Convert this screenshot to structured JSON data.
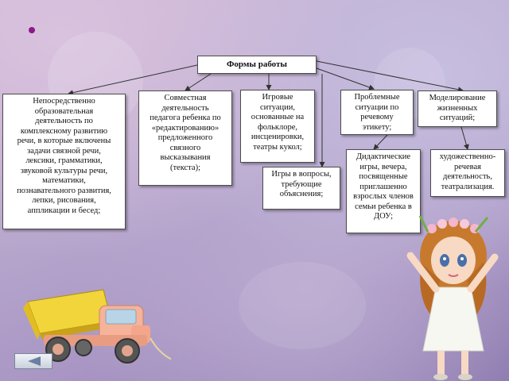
{
  "diagram": {
    "root": "Формы работы",
    "nodes": [
      {
        "id": "n1",
        "text": "Непосредственно\nобразовательная\nдеятельность по\nкомплексному развитию\nречи, в которые включены\nзадачи связной речи,\nлексики, грамматики,\nзвуковой культуры речи,\nматематики,\nпознавательного развития,\nлепки, рисования,\nаппликации и бесед;"
      },
      {
        "id": "n2",
        "text": "Совместная\nдеятельность\nпедагога ребенка по\n«редактированию»\nпредложенного\nсвязного\nвысказывания\n(текста);"
      },
      {
        "id": "n3",
        "text": "Игровые\nситуации,\nоснованные на\nфольклоре,\nинсценировки,\nтеатры кукол;"
      },
      {
        "id": "n4",
        "text": "Игры в вопросы,\nтребующие\nобъяснения;"
      },
      {
        "id": "n5",
        "text": "Проблемные\nситуации по\nречевому\nэтикету;"
      },
      {
        "id": "n6",
        "text": "Дидактические\nигры, вечера,\nпосвященные\nприглашенно\nвзрослых членов\nсемьи ребенка в\nДОУ;"
      },
      {
        "id": "n7",
        "text": "Моделирование\nжизненных\nситуаций;"
      },
      {
        "id": "n8",
        "text": "художественно-\nречевая\nдеятельность,\nтеатрализация."
      }
    ]
  },
  "icons": {
    "bullet": "bullet-dot",
    "nav_back": "arrow-left-icon",
    "truck": "toy-truck-illustration",
    "doll": "doll-illustration"
  },
  "colors": {
    "bullet": "#8a1a8a",
    "connector": "#333333"
  }
}
